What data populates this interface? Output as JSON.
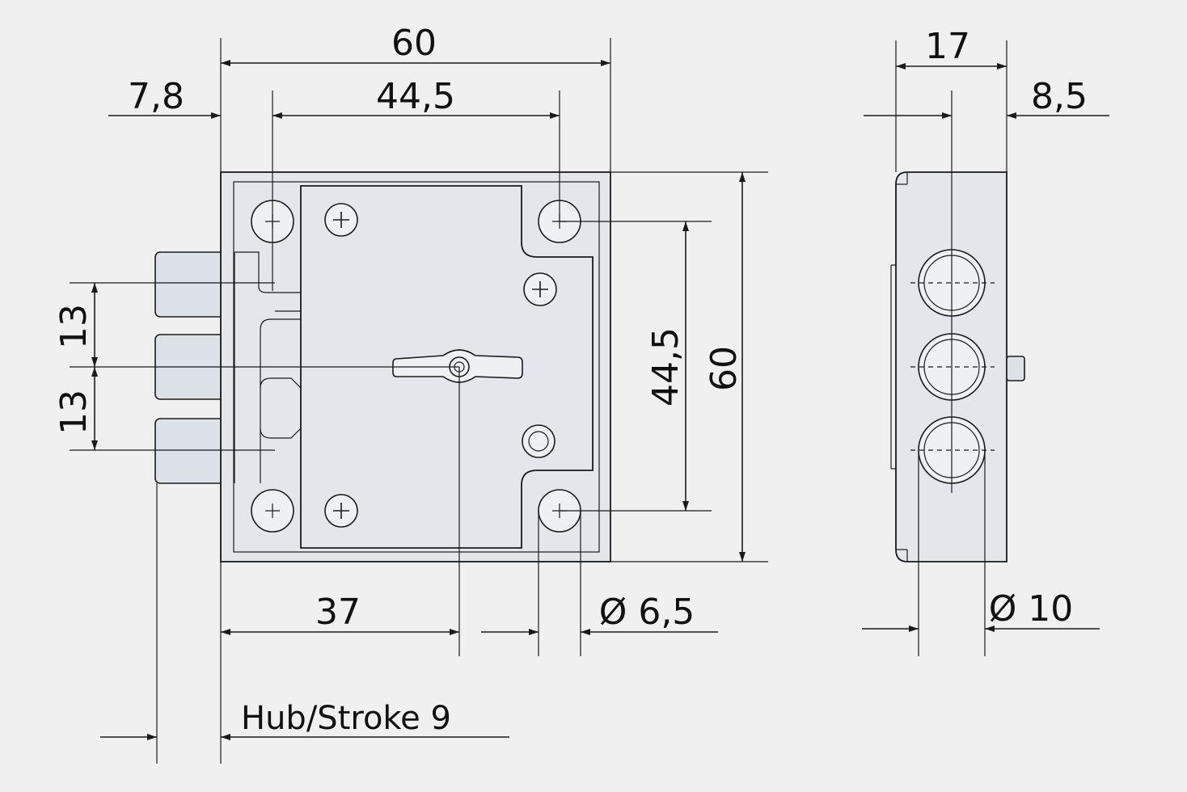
{
  "front_view": {
    "overall_width": "60",
    "screw_spacing_horizontal": "44,5",
    "screw_offset_left": "7,8",
    "bolt_spacing_top": "13",
    "bolt_spacing_bottom": "13",
    "keyhole_position": "37",
    "hole_diameter": "Ø 6,5",
    "screw_spacing_vertical": "44,5",
    "overall_height": "60",
    "stroke_label": "Hub/Stroke 9"
  },
  "side_view": {
    "depth": "17",
    "hole_offset": "8,5",
    "bolt_diameter": "Ø 10"
  },
  "colors": {
    "background": "#f0f0f0",
    "part_fill": "#e3e7ec",
    "line": "#1a1a1a"
  }
}
